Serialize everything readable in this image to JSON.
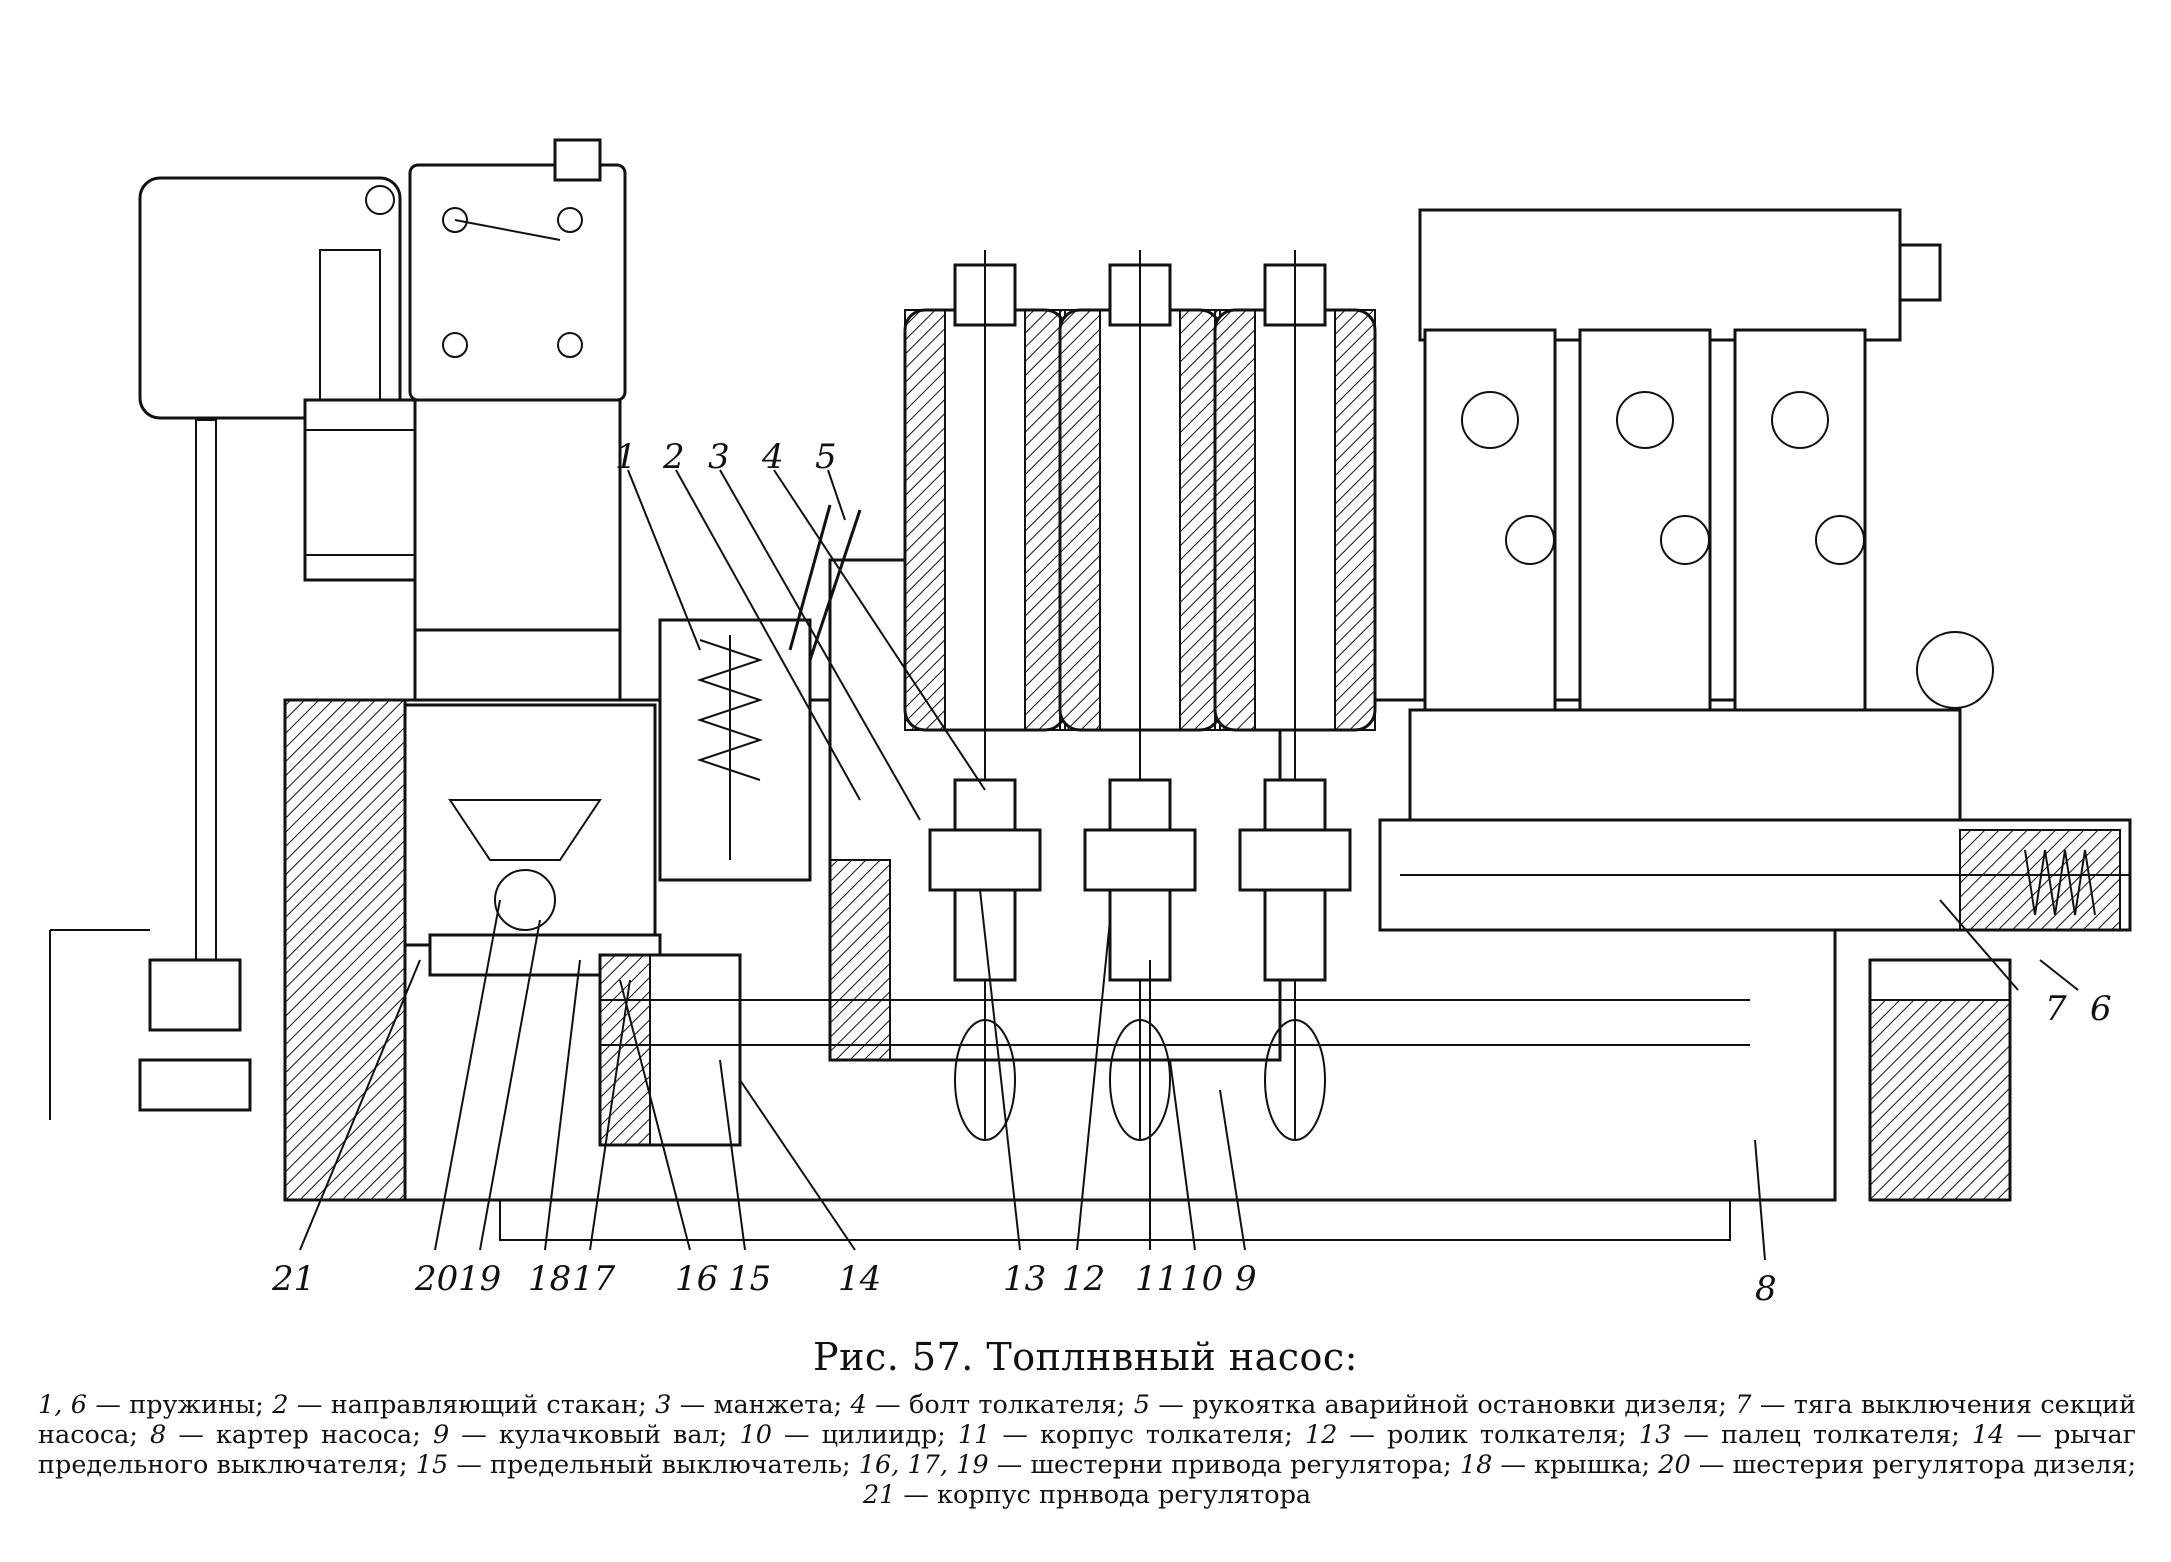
{
  "figure": {
    "title": "Рис. 57. Топлнвный насос:",
    "callouts": [
      {
        "id": "1",
        "text": "1"
      },
      {
        "id": "2",
        "text": "2"
      },
      {
        "id": "3",
        "text": "3"
      },
      {
        "id": "4",
        "text": "4"
      },
      {
        "id": "5",
        "text": "5"
      },
      {
        "id": "6",
        "text": "6"
      },
      {
        "id": "7",
        "text": "7"
      },
      {
        "id": "8",
        "text": "8"
      },
      {
        "id": "9",
        "text": "9"
      },
      {
        "id": "10",
        "text": "10"
      },
      {
        "id": "11",
        "text": "11"
      },
      {
        "id": "12",
        "text": "12"
      },
      {
        "id": "13",
        "text": "13"
      },
      {
        "id": "14",
        "text": "14"
      },
      {
        "id": "15",
        "text": "15"
      },
      {
        "id": "16",
        "text": "16"
      },
      {
        "id": "17",
        "text": "17"
      },
      {
        "id": "18",
        "text": "18"
      },
      {
        "id": "19",
        "text": "19"
      },
      {
        "id": "20",
        "text": "20"
      },
      {
        "id": "21",
        "text": "21"
      }
    ],
    "legend": [
      {
        "num": "1, 6",
        "text": "— пружины;"
      },
      {
        "num": "2",
        "text": "— направляющий стакан;"
      },
      {
        "num": "3",
        "text": "— манжета;"
      },
      {
        "num": "4",
        "text": "— болт толкателя;"
      },
      {
        "num": "5",
        "text": "— рукоятка аварийной остановки дизеля;"
      },
      {
        "num": "7",
        "text": "— тяга выключения секций насоса;"
      },
      {
        "num": "8",
        "text": "— картер насоса;"
      },
      {
        "num": "9",
        "text": "— кулачковый вал;"
      },
      {
        "num": "10",
        "text": "— цилиидр;"
      },
      {
        "num": "11",
        "text": "— корпус толкателя;"
      },
      {
        "num": "12",
        "text": "— ролик толкателя;"
      },
      {
        "num": "13",
        "text": "— палец толкателя;"
      },
      {
        "num": "14",
        "text": "— рычаг предельного выключателя;"
      },
      {
        "num": "15",
        "text": "— предельный выключатель;"
      },
      {
        "num": "16, 17, 19",
        "text": "— шестерни привода регулятора;"
      },
      {
        "num": "18",
        "text": "— крышка;"
      },
      {
        "num": "20",
        "text": "— шестерия регулятора дизеля;"
      },
      {
        "num": "21",
        "text": "— корпус прнвода регулятора"
      }
    ]
  },
  "colors": {
    "ink": "#111111",
    "paper": "#ffffff"
  }
}
